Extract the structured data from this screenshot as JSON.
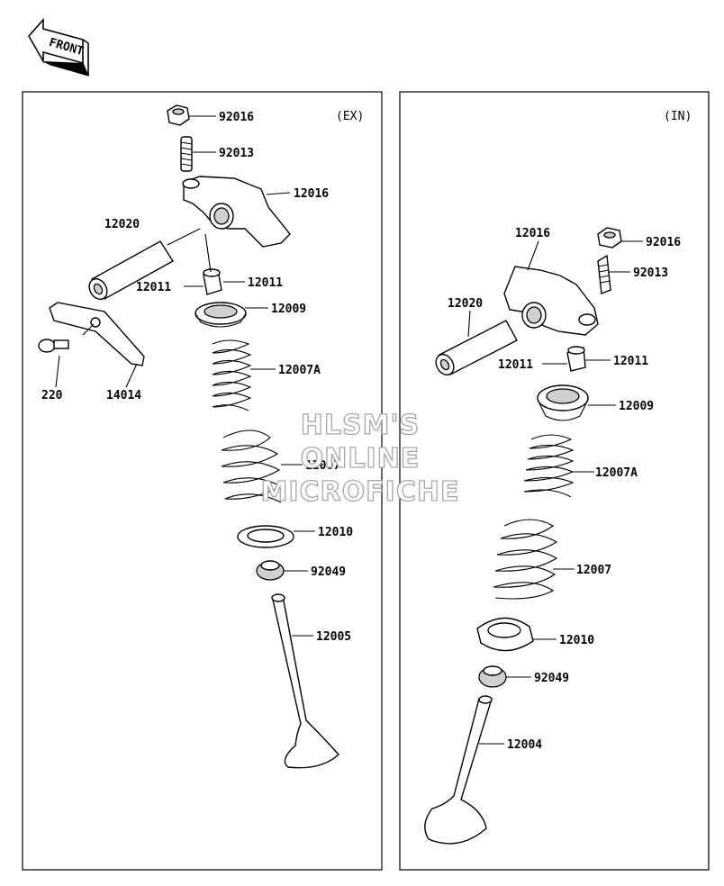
{
  "front_label": "FRONT",
  "panels": [
    {
      "tag": "(EX)",
      "labels": [
        "92016",
        "92013",
        "12016",
        "12020",
        "12011",
        "12011",
        "12009",
        "220",
        "14014",
        "12007A",
        "12007",
        "12010",
        "92049",
        "12005"
      ]
    },
    {
      "tag": "(IN)",
      "labels": [
        "92016",
        "12016",
        "92013",
        "12020",
        "12011",
        "12011",
        "12009",
        "12007A",
        "12007",
        "12010",
        "92049",
        "12004"
      ]
    }
  ],
  "watermark": [
    "HLSM'S",
    "ONLINE",
    "MICROFICHE"
  ]
}
